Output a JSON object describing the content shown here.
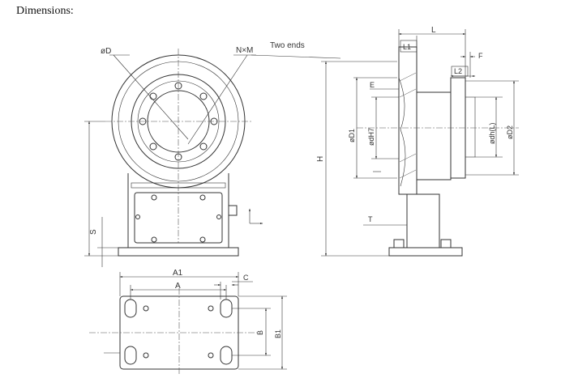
{
  "heading": "Dimensions:",
  "note": "Two ends",
  "labels": {
    "od": "øD",
    "nxm": "N×M",
    "h": "H",
    "s": "S",
    "a1": "A1",
    "a": "A",
    "c": "C",
    "b": "B",
    "b1": "B1",
    "l": "L",
    "l1": "L1",
    "l2": "L2",
    "f": "F",
    "e": "E",
    "t": "T",
    "od1": "øD1",
    "odh7": "ødH7",
    "od2": "øD2",
    "odh": "ødh(L)"
  },
  "colors": {
    "line": "#333333",
    "background": "#ffffff"
  }
}
